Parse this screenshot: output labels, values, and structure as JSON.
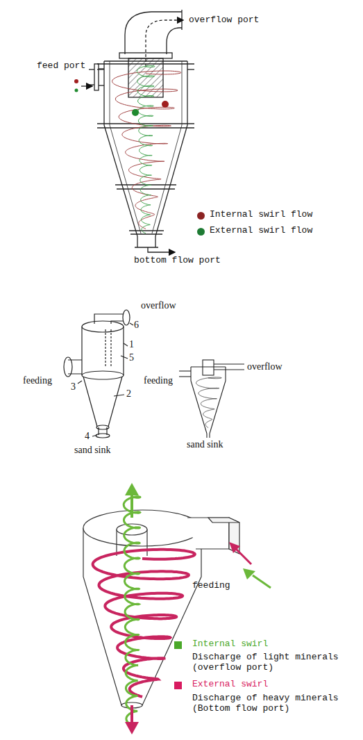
{
  "diagram": {
    "labels": [
      "overflow port",
      "feed port",
      "bottom flow port",
      "overflow",
      "6",
      "1",
      "5",
      "feeding",
      "3",
      "2",
      "4",
      "sand sink",
      "feeding",
      "overflow",
      "sand sink",
      "feeding",
      "Discharge of light minerals (overflow port)",
      "Discharge of heavy minerals (Bottom flow port)"
    ],
    "legend": [
      {
        "text": "Internal swirl flow",
        "color": "#8b2323"
      },
      {
        "text": "External swirl flow",
        "color": "#1e7b34"
      },
      {
        "text": "Internal swirl",
        "color": "#4aa829"
      },
      {
        "text": "External swirl",
        "color": "#d81b60"
      }
    ]
  }
}
